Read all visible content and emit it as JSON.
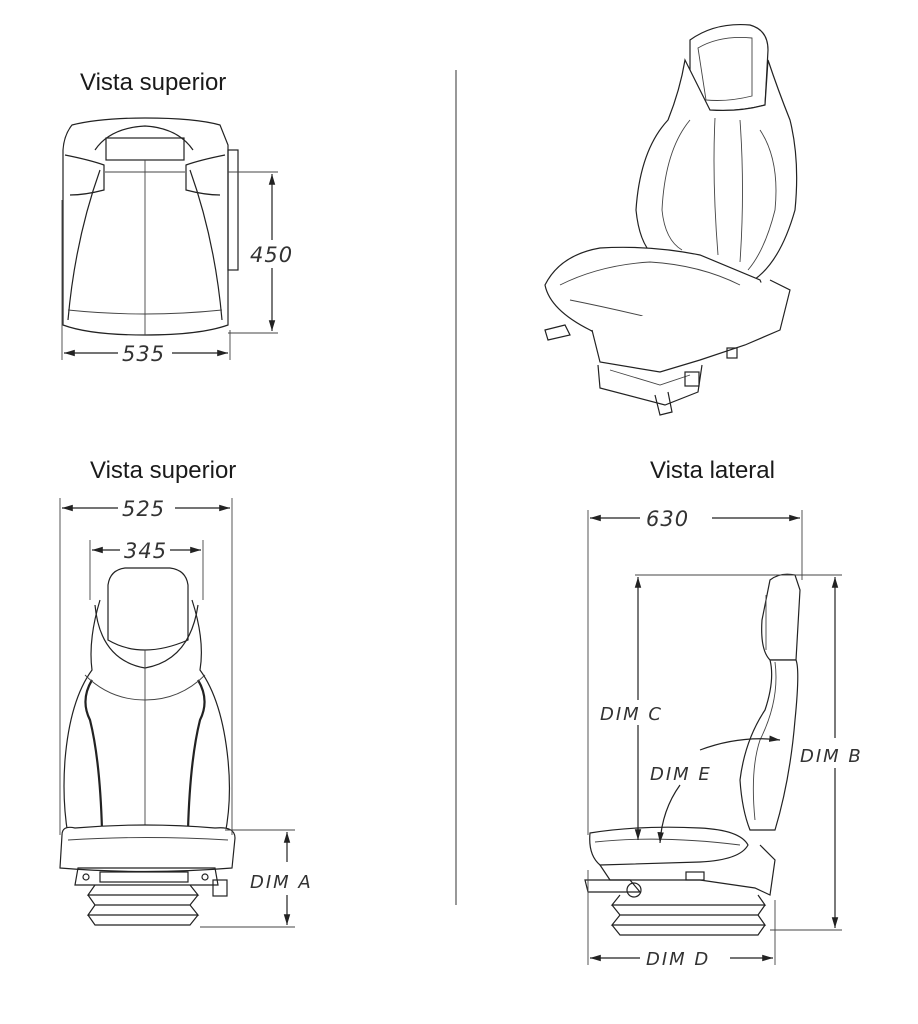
{
  "views": {
    "top_left_title": "Vista superior",
    "bottom_left_title": "Vista superior",
    "bottom_right_title": "Vista lateral"
  },
  "dimensions": {
    "depth_450": "450",
    "width_535": "535",
    "width_525": "525",
    "headrest_345": "345",
    "length_630": "630",
    "dim_a": "DIM  A",
    "dim_b": "DIM  B",
    "dim_c": "DIM  C",
    "dim_d": "DIM  D",
    "dim_e": "DIM  E"
  }
}
